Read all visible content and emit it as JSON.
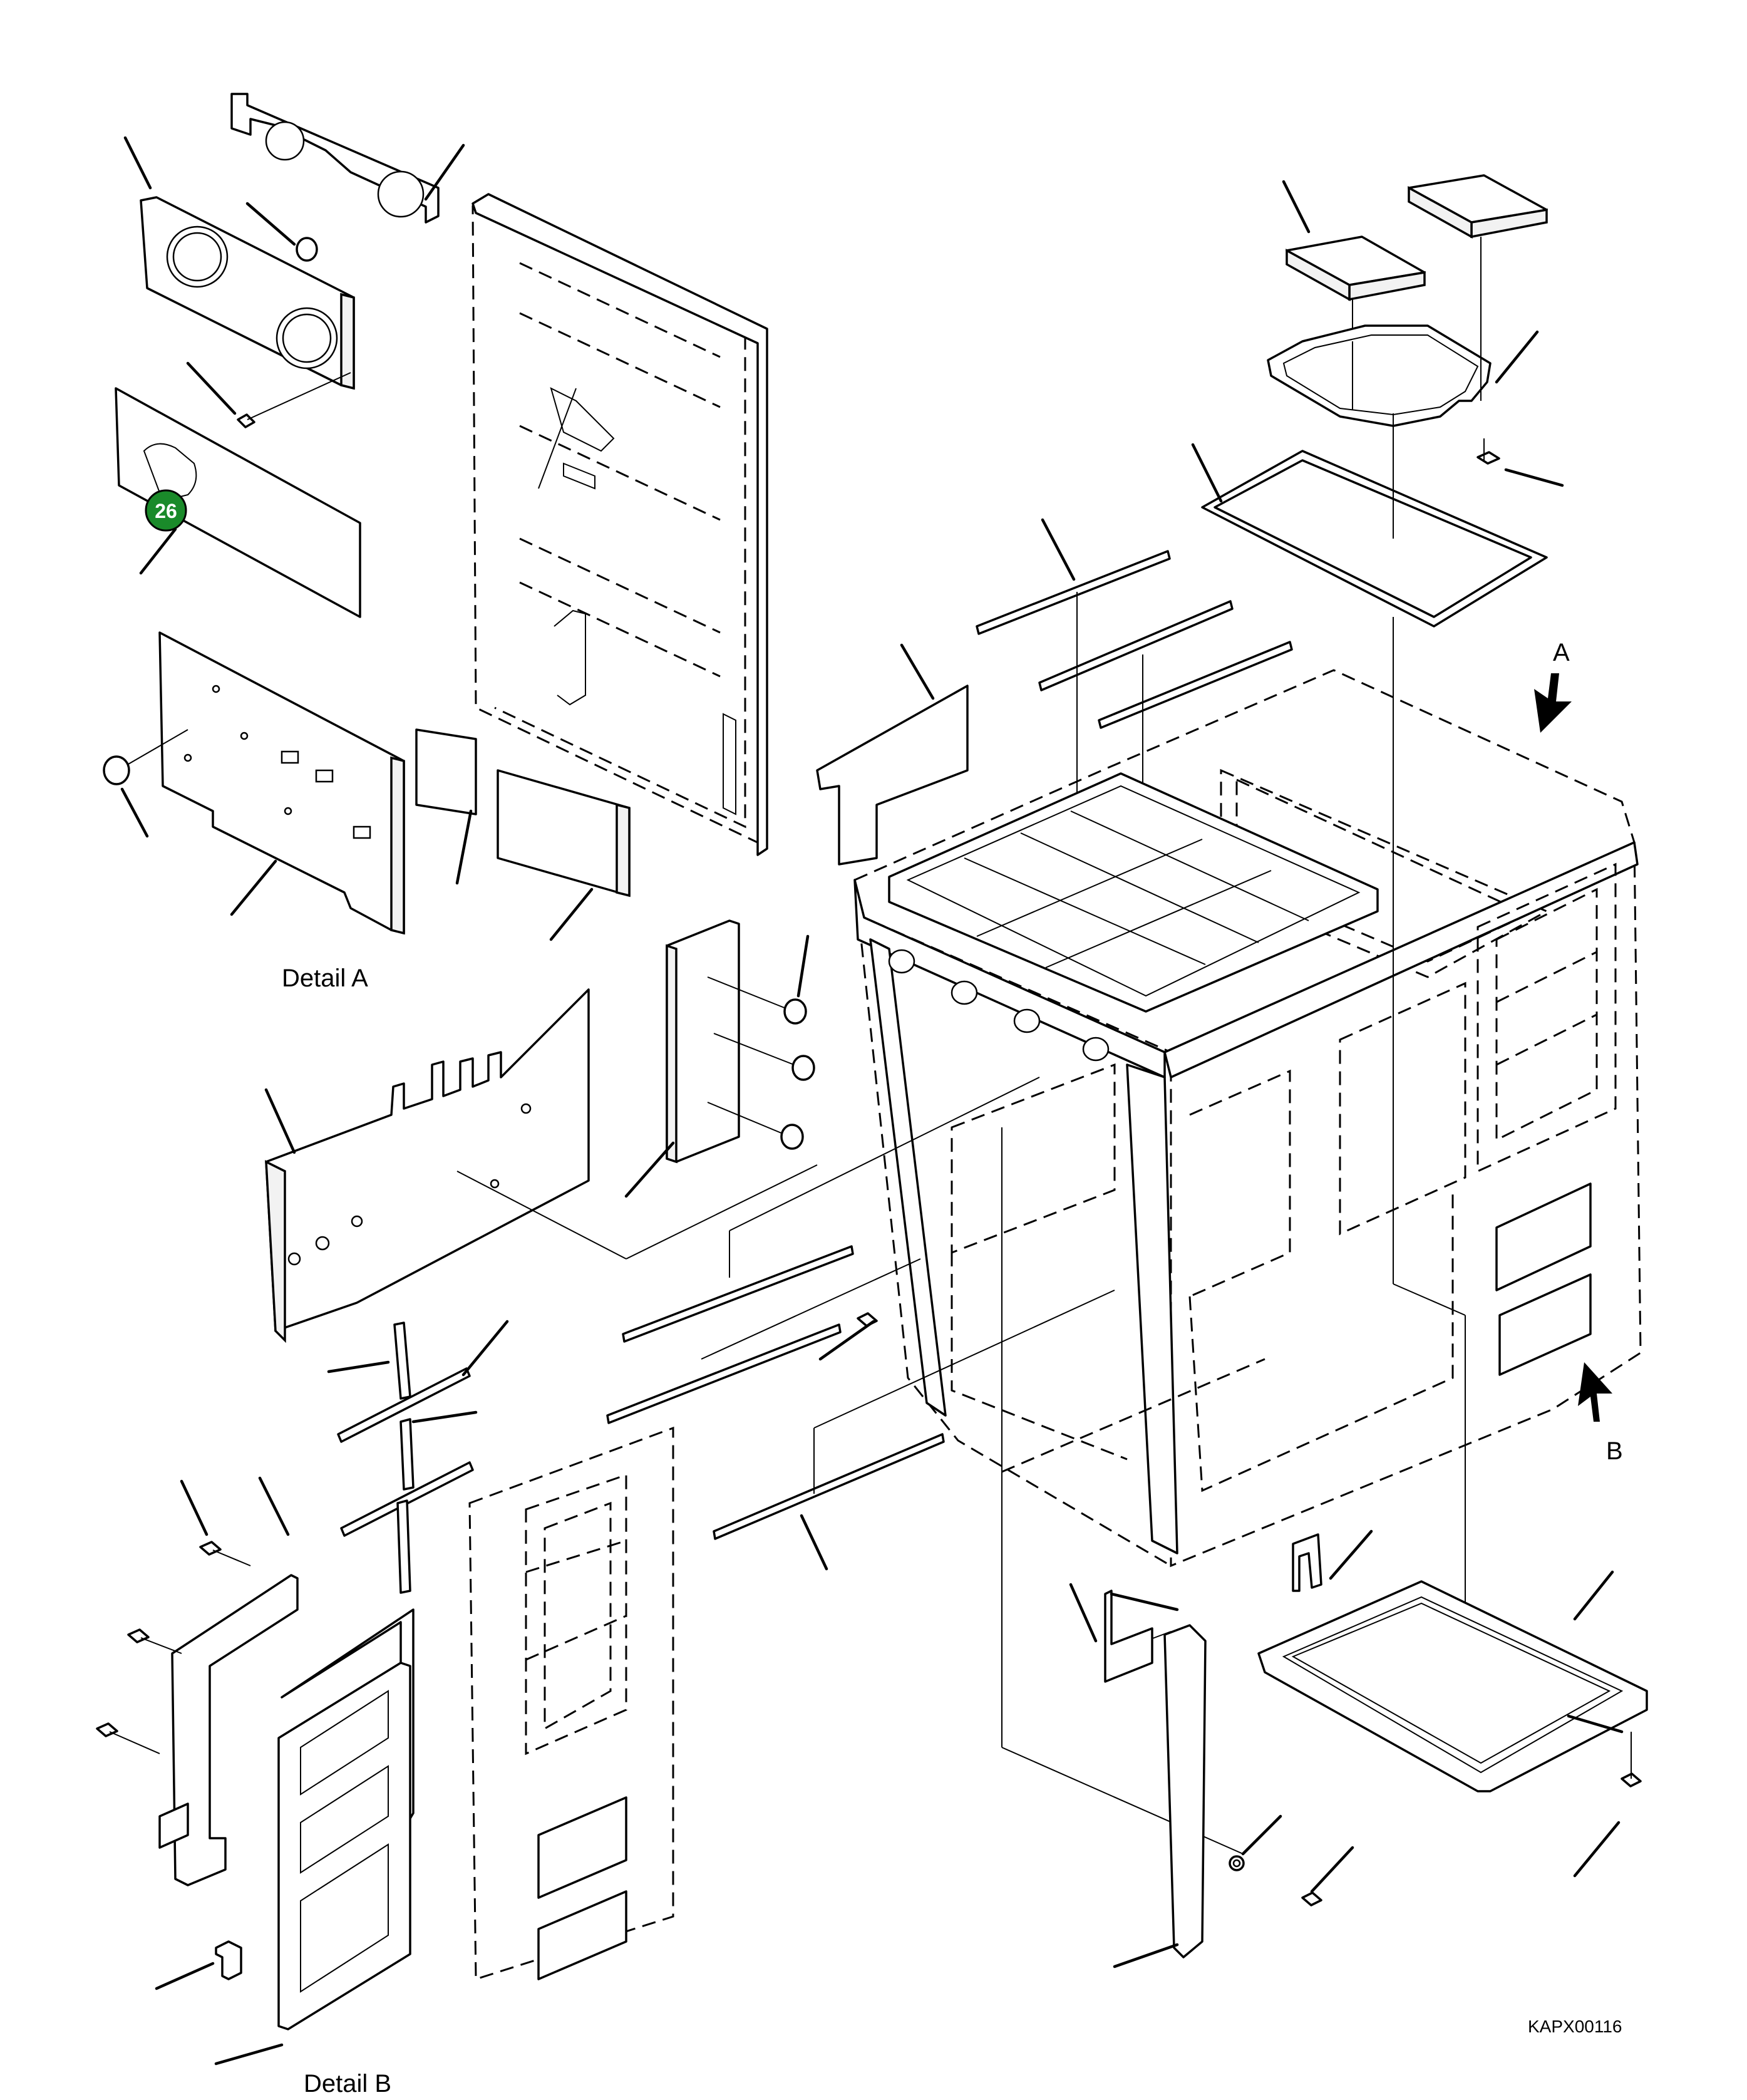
{
  "labels": {
    "detail_a": "Detail A",
    "detail_b": "Detail B",
    "view_a": "A",
    "view_b": "B",
    "figure_id": "KAPX00116"
  },
  "callout": {
    "number": "26",
    "fill_color": "#1a8a2a"
  },
  "colors": {
    "line": "#000000",
    "background": "#ffffff"
  }
}
